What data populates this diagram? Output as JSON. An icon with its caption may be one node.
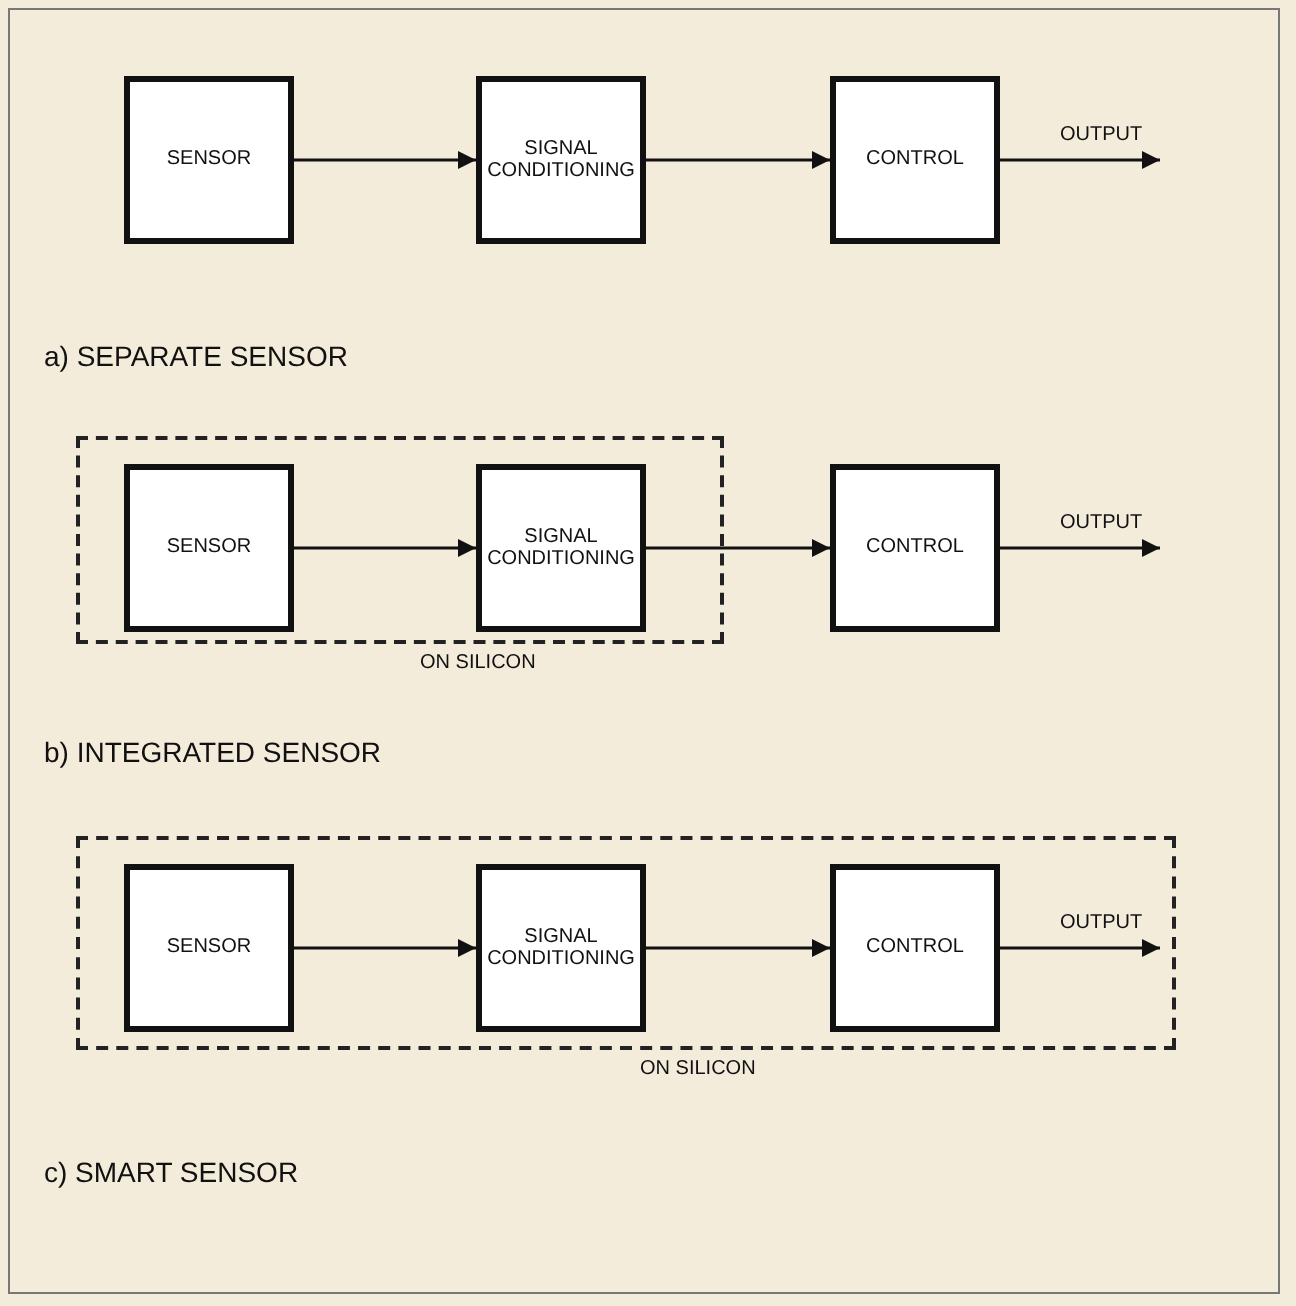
{
  "diagram": {
    "nodes": [
      {
        "text": [
          "SENSOR"
        ]
      },
      {
        "text": [
          "SIGNAL CONDITIONING"
        ]
      },
      {
        "text": [
          "CONTROL"
        ]
      },
      {
        "text": [
          "ON SILICON"
        ]
      },
      {
        "text": [
          "SENSOR"
        ],
        "in": 3
      },
      {
        "text": [
          "SIGNAL CONDITIONING"
        ],
        "in": 3
      },
      {
        "text": [
          "CONTROL"
        ]
      },
      {
        "text": [
          "ON SILICON"
        ]
      },
      {
        "text": [
          "SENSOR"
        ],
        "in": 7
      },
      {
        "text": [
          "SIGNAL CONDITIONING"
        ],
        "in": 7
      },
      {
        "text": [
          "CONTROL"
        ],
        "in": 7
      }
    ],
    "edges": [
      {
        "from": 0,
        "to": 1,
        "arrow": "to"
      },
      {
        "from": 1,
        "to": 2,
        "arrow": "to"
      },
      {
        "from": 2,
        "to": null,
        "arrow": "to",
        "label": "OUTPUT"
      },
      {
        "from": 4,
        "to": 5,
        "arrow": "to"
      },
      {
        "from": 5,
        "to": 6,
        "arrow": "to"
      },
      {
        "from": 6,
        "to": null,
        "arrow": "to",
        "label": "OUTPUT"
      },
      {
        "from": 8,
        "to": 9,
        "arrow": "to"
      },
      {
        "from": 9,
        "to": 10,
        "arrow": "to"
      },
      {
        "from": 10,
        "to": null,
        "arrow": "to",
        "label": "OUTPUT"
      }
    ],
    "labels": [
      "a) SEPARATE SENSOR",
      "b) INTEGRATED SENSOR",
      "c) SMART SENSOR"
    ]
  }
}
